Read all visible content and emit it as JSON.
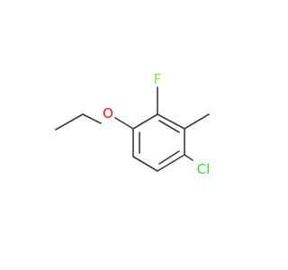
{
  "molecule": {
    "atoms": {
      "oxygen": {
        "symbol": "O",
        "color": "#ff0d0d"
      },
      "fluorine": {
        "symbol": "F",
        "color": "#90e050"
      },
      "chlorine": {
        "symbol": "Cl",
        "color": "#1ff01f"
      }
    },
    "bond_color": "#3a3a3a",
    "background": "#ffffff"
  }
}
